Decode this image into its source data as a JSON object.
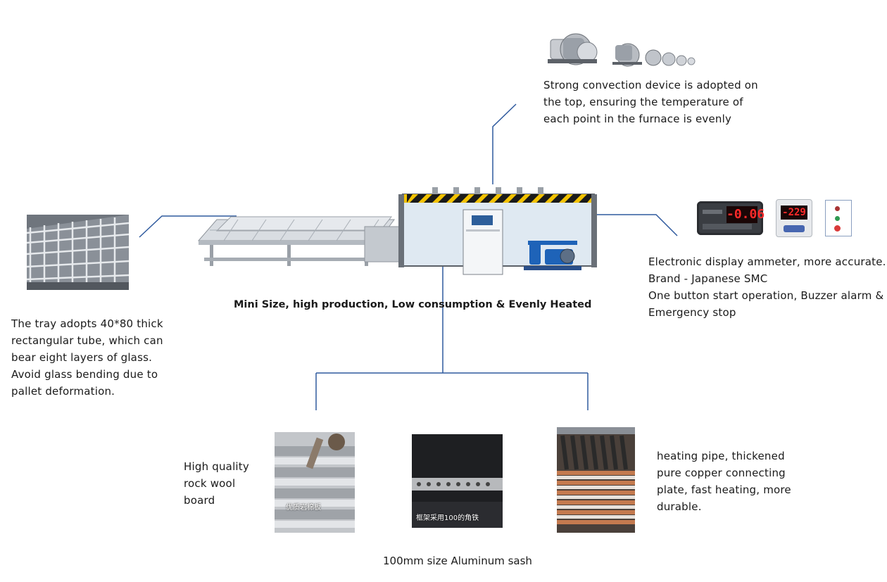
{
  "title": "Mini Size, high production, Low consumption & Evenly Heated",
  "convection": {
    "lines": [
      "Strong convection device is adopted on",
      "the top, ensuring the temperature of",
      "each point in the furnace is evenly"
    ]
  },
  "tray": {
    "lines": [
      "The tray adopts 40*80 thick",
      "rectangular tube, which can",
      "bear eight layers of glass.",
      "Avoid glass bending due to",
      "pallet deformation."
    ]
  },
  "control": {
    "lines": [
      "Electronic display ammeter, more accurate.",
      "Brand - Japanese SMC",
      "One button start operation, Buzzer alarm &",
      "Emergency stop"
    ],
    "display_1": "-0.06",
    "display_2": "-229"
  },
  "rockwool": {
    "lines": [
      "High quality",
      "rock wool",
      "board"
    ],
    "photo_caption": "优质岩棉板"
  },
  "sash": {
    "label": "100mm size Aluminum sash",
    "photo_caption": "框架采用100的角铁"
  },
  "heating": {
    "lines": [
      "heating pipe, thickened",
      "pure copper connecting",
      "plate, fast heating, more",
      "durable."
    ]
  },
  "colors": {
    "connector": "#2f5a9e",
    "furnace_body": "#dfe9f2",
    "warning_stripe": "#f2c200",
    "pump_blue": "#1e63b8",
    "display_red": "#ff2a2a"
  }
}
